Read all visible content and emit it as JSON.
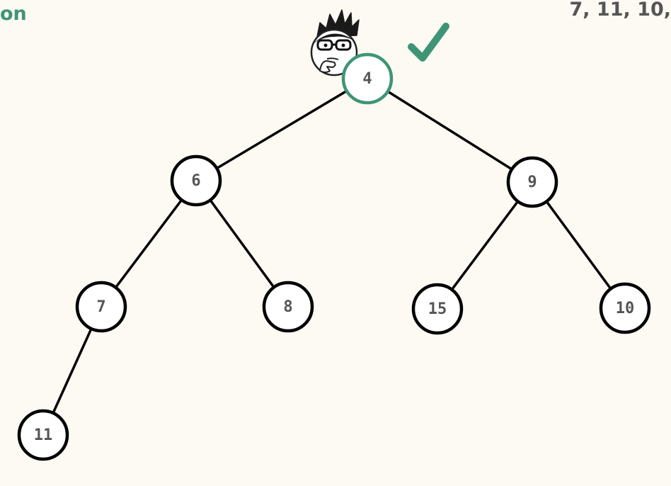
{
  "header": {
    "title_fragment": "on",
    "sequence_fragment": "7, 11, 10,"
  },
  "colors": {
    "background": "#fdf9f3",
    "accent_green": "#3e9575",
    "node_stroke": "#000000",
    "node_fill": "#ffffff",
    "text_gray": "#555555"
  },
  "icons": {
    "character": "thinking-character-icon",
    "check": "checkmark-icon"
  },
  "tree": {
    "nodes": [
      {
        "id": "n4",
        "label": "4",
        "highlighted": true
      },
      {
        "id": "n6",
        "label": "6"
      },
      {
        "id": "n9",
        "label": "9"
      },
      {
        "id": "n7",
        "label": "7"
      },
      {
        "id": "n8",
        "label": "8"
      },
      {
        "id": "n15",
        "label": "15"
      },
      {
        "id": "n10",
        "label": "10"
      },
      {
        "id": "n11",
        "label": "11"
      }
    ],
    "edges": [
      [
        "n4",
        "n6"
      ],
      [
        "n4",
        "n9"
      ],
      [
        "n6",
        "n7"
      ],
      [
        "n6",
        "n8"
      ],
      [
        "n9",
        "n15"
      ],
      [
        "n9",
        "n10"
      ],
      [
        "n7",
        "n11"
      ]
    ]
  }
}
